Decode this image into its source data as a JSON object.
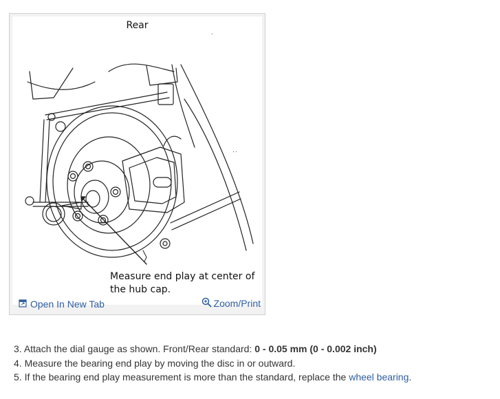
{
  "figure": {
    "title": "Rear",
    "caption_line1": "Measure end play at center of",
    "caption_line2": "the hub cap.",
    "open_tab_label": "Open In New Tab",
    "zoom_label": "Zoom/Print"
  },
  "steps": [
    {
      "number": "3.",
      "text": "Attach the dial gauge as shown. Front/Rear standard: ",
      "bold": "0 - 0.05 mm (0 - 0.002 inch)"
    },
    {
      "number": "4.",
      "text": "Measure the bearing end play by moving the disc in or outward."
    },
    {
      "number": "5.",
      "text": "If the bearing end play measurement is more than the standard, replace the ",
      "link": "wheel bearing",
      "after": "."
    }
  ],
  "colors": {
    "link": "#2e5e9e",
    "text": "#333333",
    "frame": "#cfcfcf"
  }
}
